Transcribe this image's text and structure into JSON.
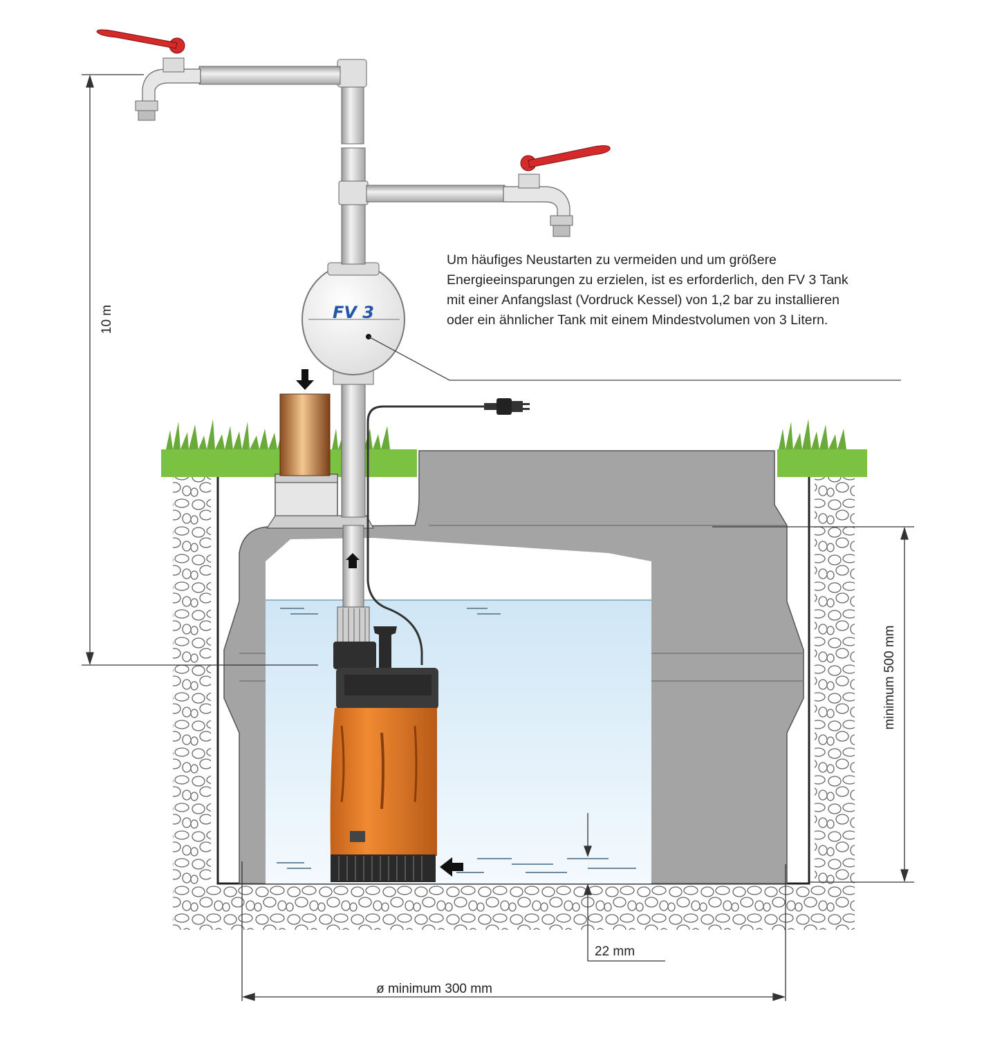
{
  "tank_label": "FV 3",
  "note_lines": [
    "Um häufiges Neustarten zu vermeiden und um größere",
    "Energieeinsparungen zu erzielen, ist es erforderlich, den FV 3 Tank",
    "mit einer Anfangslast (Vordruck Kessel) von 1,2 bar zu installieren",
    "oder ein ähnlicher Tank mit einem Mindestvolumen von 3 Litern."
  ],
  "dimensions": {
    "height": "10 m",
    "min_depth": "minimum 500 mm",
    "gap": "22 mm",
    "min_diameter": "ø minimum 300 mm"
  },
  "colors": {
    "pump_body": "#e8812a",
    "tank_well": "#a4a4a4",
    "water": "#d6ecf8",
    "grass": "#7cc242",
    "valve_handle": "#d42a2a",
    "tank_text": "#2456a8"
  }
}
